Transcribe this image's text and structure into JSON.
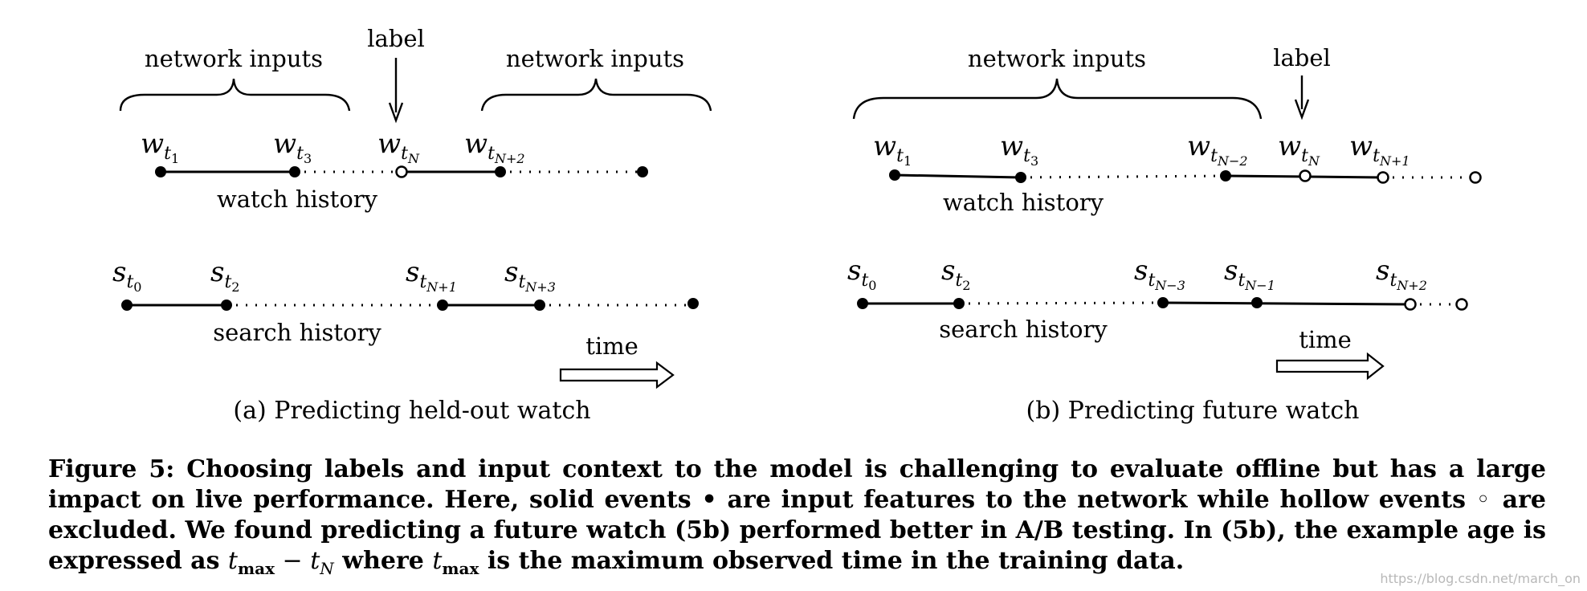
{
  "panel_a": {
    "top_labels": {
      "inputs_left": "network inputs",
      "label": "label",
      "inputs_right": "network inputs"
    },
    "watch_tokens": [
      {
        "base": "w",
        "sub": "t",
        "subsub": "1"
      },
      {
        "base": "w",
        "sub": "t",
        "subsub": "3"
      },
      {
        "base": "w",
        "sub": "t",
        "subsub": "N"
      },
      {
        "base": "w",
        "sub": "t",
        "subsub": "N+2"
      }
    ],
    "watch_row_label": "watch history",
    "search_tokens": [
      {
        "base": "s",
        "sub": "t",
        "subsub": "0"
      },
      {
        "base": "s",
        "sub": "t",
        "subsub": "2"
      },
      {
        "base": "s",
        "sub": "t",
        "subsub": "N+1"
      },
      {
        "base": "s",
        "sub": "t",
        "subsub": "N+3"
      }
    ],
    "search_row_label": "search history",
    "time_label": "time",
    "subcaption": "(a) Predicting held-out watch"
  },
  "panel_b": {
    "top_labels": {
      "inputs_left": "network inputs",
      "label": "label"
    },
    "watch_tokens": [
      {
        "base": "w",
        "sub": "t",
        "subsub": "1"
      },
      {
        "base": "w",
        "sub": "t",
        "subsub": "3"
      },
      {
        "base": "w",
        "sub": "t",
        "subsub": "N−2"
      },
      {
        "base": "w",
        "sub": "t",
        "subsub": "N"
      },
      {
        "base": "w",
        "sub": "t",
        "subsub": "N+1"
      }
    ],
    "watch_row_label": "watch history",
    "search_tokens": [
      {
        "base": "s",
        "sub": "t",
        "subsub": "0"
      },
      {
        "base": "s",
        "sub": "t",
        "subsub": "2"
      },
      {
        "base": "s",
        "sub": "t",
        "subsub": "N−3"
      },
      {
        "base": "s",
        "sub": "t",
        "subsub": "N−1"
      },
      {
        "base": "s",
        "sub": "t",
        "subsub": "N+2"
      }
    ],
    "search_row_label": "search history",
    "time_label": "time",
    "subcaption": "(b) Predicting future watch"
  },
  "caption": {
    "part1": "Figure 5: Choosing labels and input context to the model is challenging to evaluate offline but has a large impact on live performance. Here, solid events ",
    "solid_symbol": "•",
    "part2": " are input features to the network while hollow events ",
    "hollow_symbol": "◦",
    "part3": " are excluded. We found predicting a future watch (5b) performed better in A/B testing. In (5b), the example age is expressed as ",
    "t1": "t",
    "t1_sub": "max",
    "minus": " − ",
    "t2": "t",
    "t2_sub": "N",
    "part4": " where ",
    "t3": "t",
    "t3_sub": "max",
    "part5": " is the maximum observed time in the training data."
  },
  "watermark": "https://blog.csdn.net/march_on"
}
